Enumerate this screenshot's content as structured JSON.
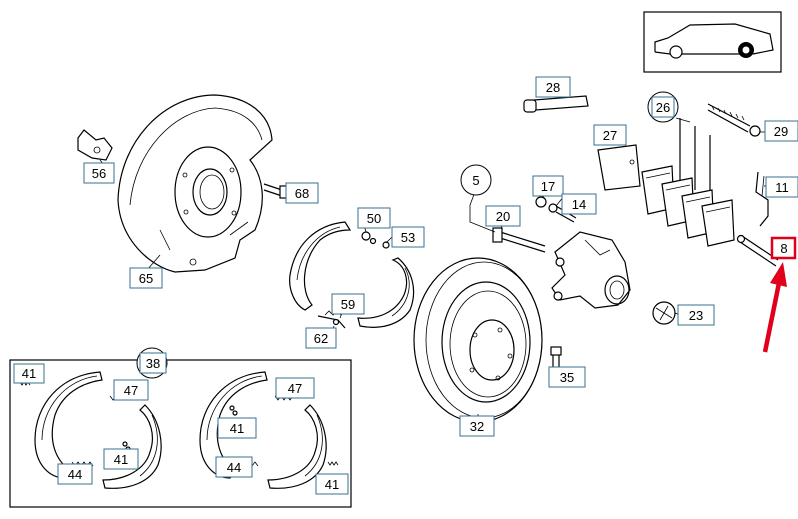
{
  "labels": {
    "l56": "56",
    "l65": "65",
    "l68": "68",
    "l50": "50",
    "l53": "53",
    "l59": "59",
    "l62": "62",
    "l28": "28",
    "l26": "26",
    "l27": "27",
    "l29": "29",
    "l11": "11",
    "l8": "8",
    "l5": "5",
    "l17": "17",
    "l14": "14",
    "l20": "20",
    "l23": "23",
    "l35": "35",
    "l32": "32",
    "l38": "38",
    "l41a": "41",
    "l47a": "47",
    "l41b": "41",
    "l44a": "44",
    "l47b": "47",
    "l41c": "41",
    "l44b": "44",
    "l41d": "41"
  },
  "colors": {
    "highlight": "#e0001b",
    "box_border": "#3a6f8f",
    "line": "#000000"
  },
  "icons": {
    "vehicle": "car-side-icon",
    "arrow": "red-arrow-icon"
  }
}
